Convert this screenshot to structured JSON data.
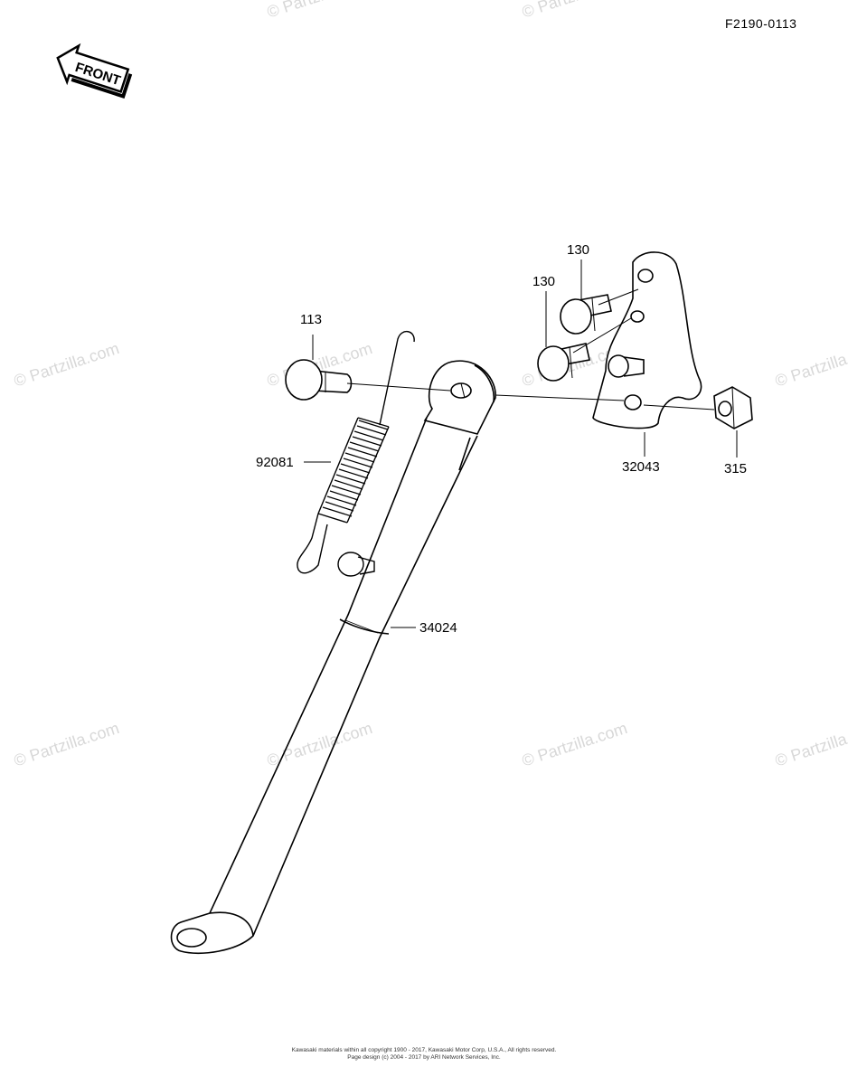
{
  "diagram_code": "F2190-0113",
  "front_arrow_label": "FRONT",
  "watermark_text": "© Partzilla.com",
  "part_labels": {
    "bolt_113": "113",
    "bolt_130_upper": "130",
    "bolt_130_lower": "130",
    "spring_92081": "92081",
    "stand_34024": "34024",
    "bracket_32043": "32043",
    "nut_315": "315"
  },
  "copyright_lines": [
    "Kawasaki materials within all copyright 1900 - 2017, Kawasaki Motor Corp, U.S.A., All rights reserved.",
    "Page design (c) 2004 - 2017 by ARI Network Services, Inc."
  ],
  "colors": {
    "line": "#000000",
    "watermark": "#d8d8d8",
    "background": "#ffffff"
  }
}
